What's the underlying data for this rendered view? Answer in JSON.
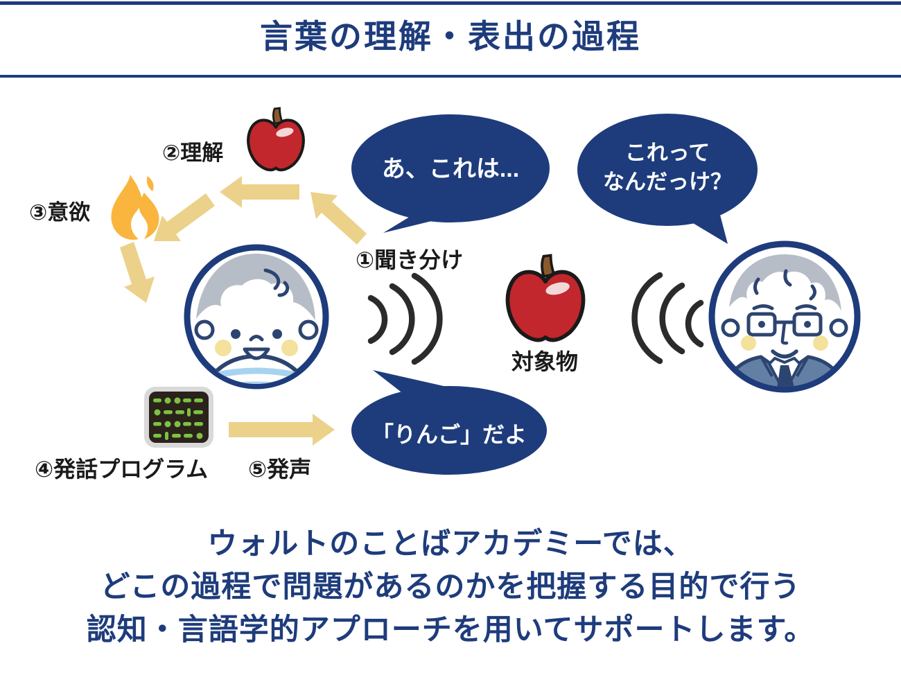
{
  "header": {
    "title": "言葉の理解・表出の過程"
  },
  "diagram": {
    "labels": {
      "step1": "①聞き分け",
      "step2": "②理解",
      "step3": "③意欲",
      "step4": "④発話プログラム",
      "step5": "⑤発声",
      "object": "対象物"
    },
    "bubbles": {
      "child_recognition": "あ、これは...",
      "adult_line1": "これって",
      "adult_line2": "なんだっけ？",
      "child_answer": "「りんご」だよ"
    },
    "icons": {
      "understanding": "apple-icon",
      "motivation": "flame-icon",
      "speech_program": "speech-program-icon",
      "object": "apple-icon",
      "sound_left": "sound-waves-icon",
      "sound_right": "sound-waves-icon",
      "child": "baby-avatar",
      "adult": "adult-avatar"
    }
  },
  "footer": {
    "line1": "ウォルトのことばアカデミーでは、",
    "line2": "どこの過程で問題があるのかを把握する目的で行う",
    "line3": "認知・言語学的アプローチを用いてサポートします。"
  },
  "colors": {
    "navy": "#1e3c7c",
    "arrow_tan": "#ecd18a",
    "apple_red": "#c1272d",
    "flame_orange": "#f6a63c",
    "flame_red": "#cc2a16",
    "program_green": "#7dc243",
    "text_black": "#1a1a1a"
  }
}
